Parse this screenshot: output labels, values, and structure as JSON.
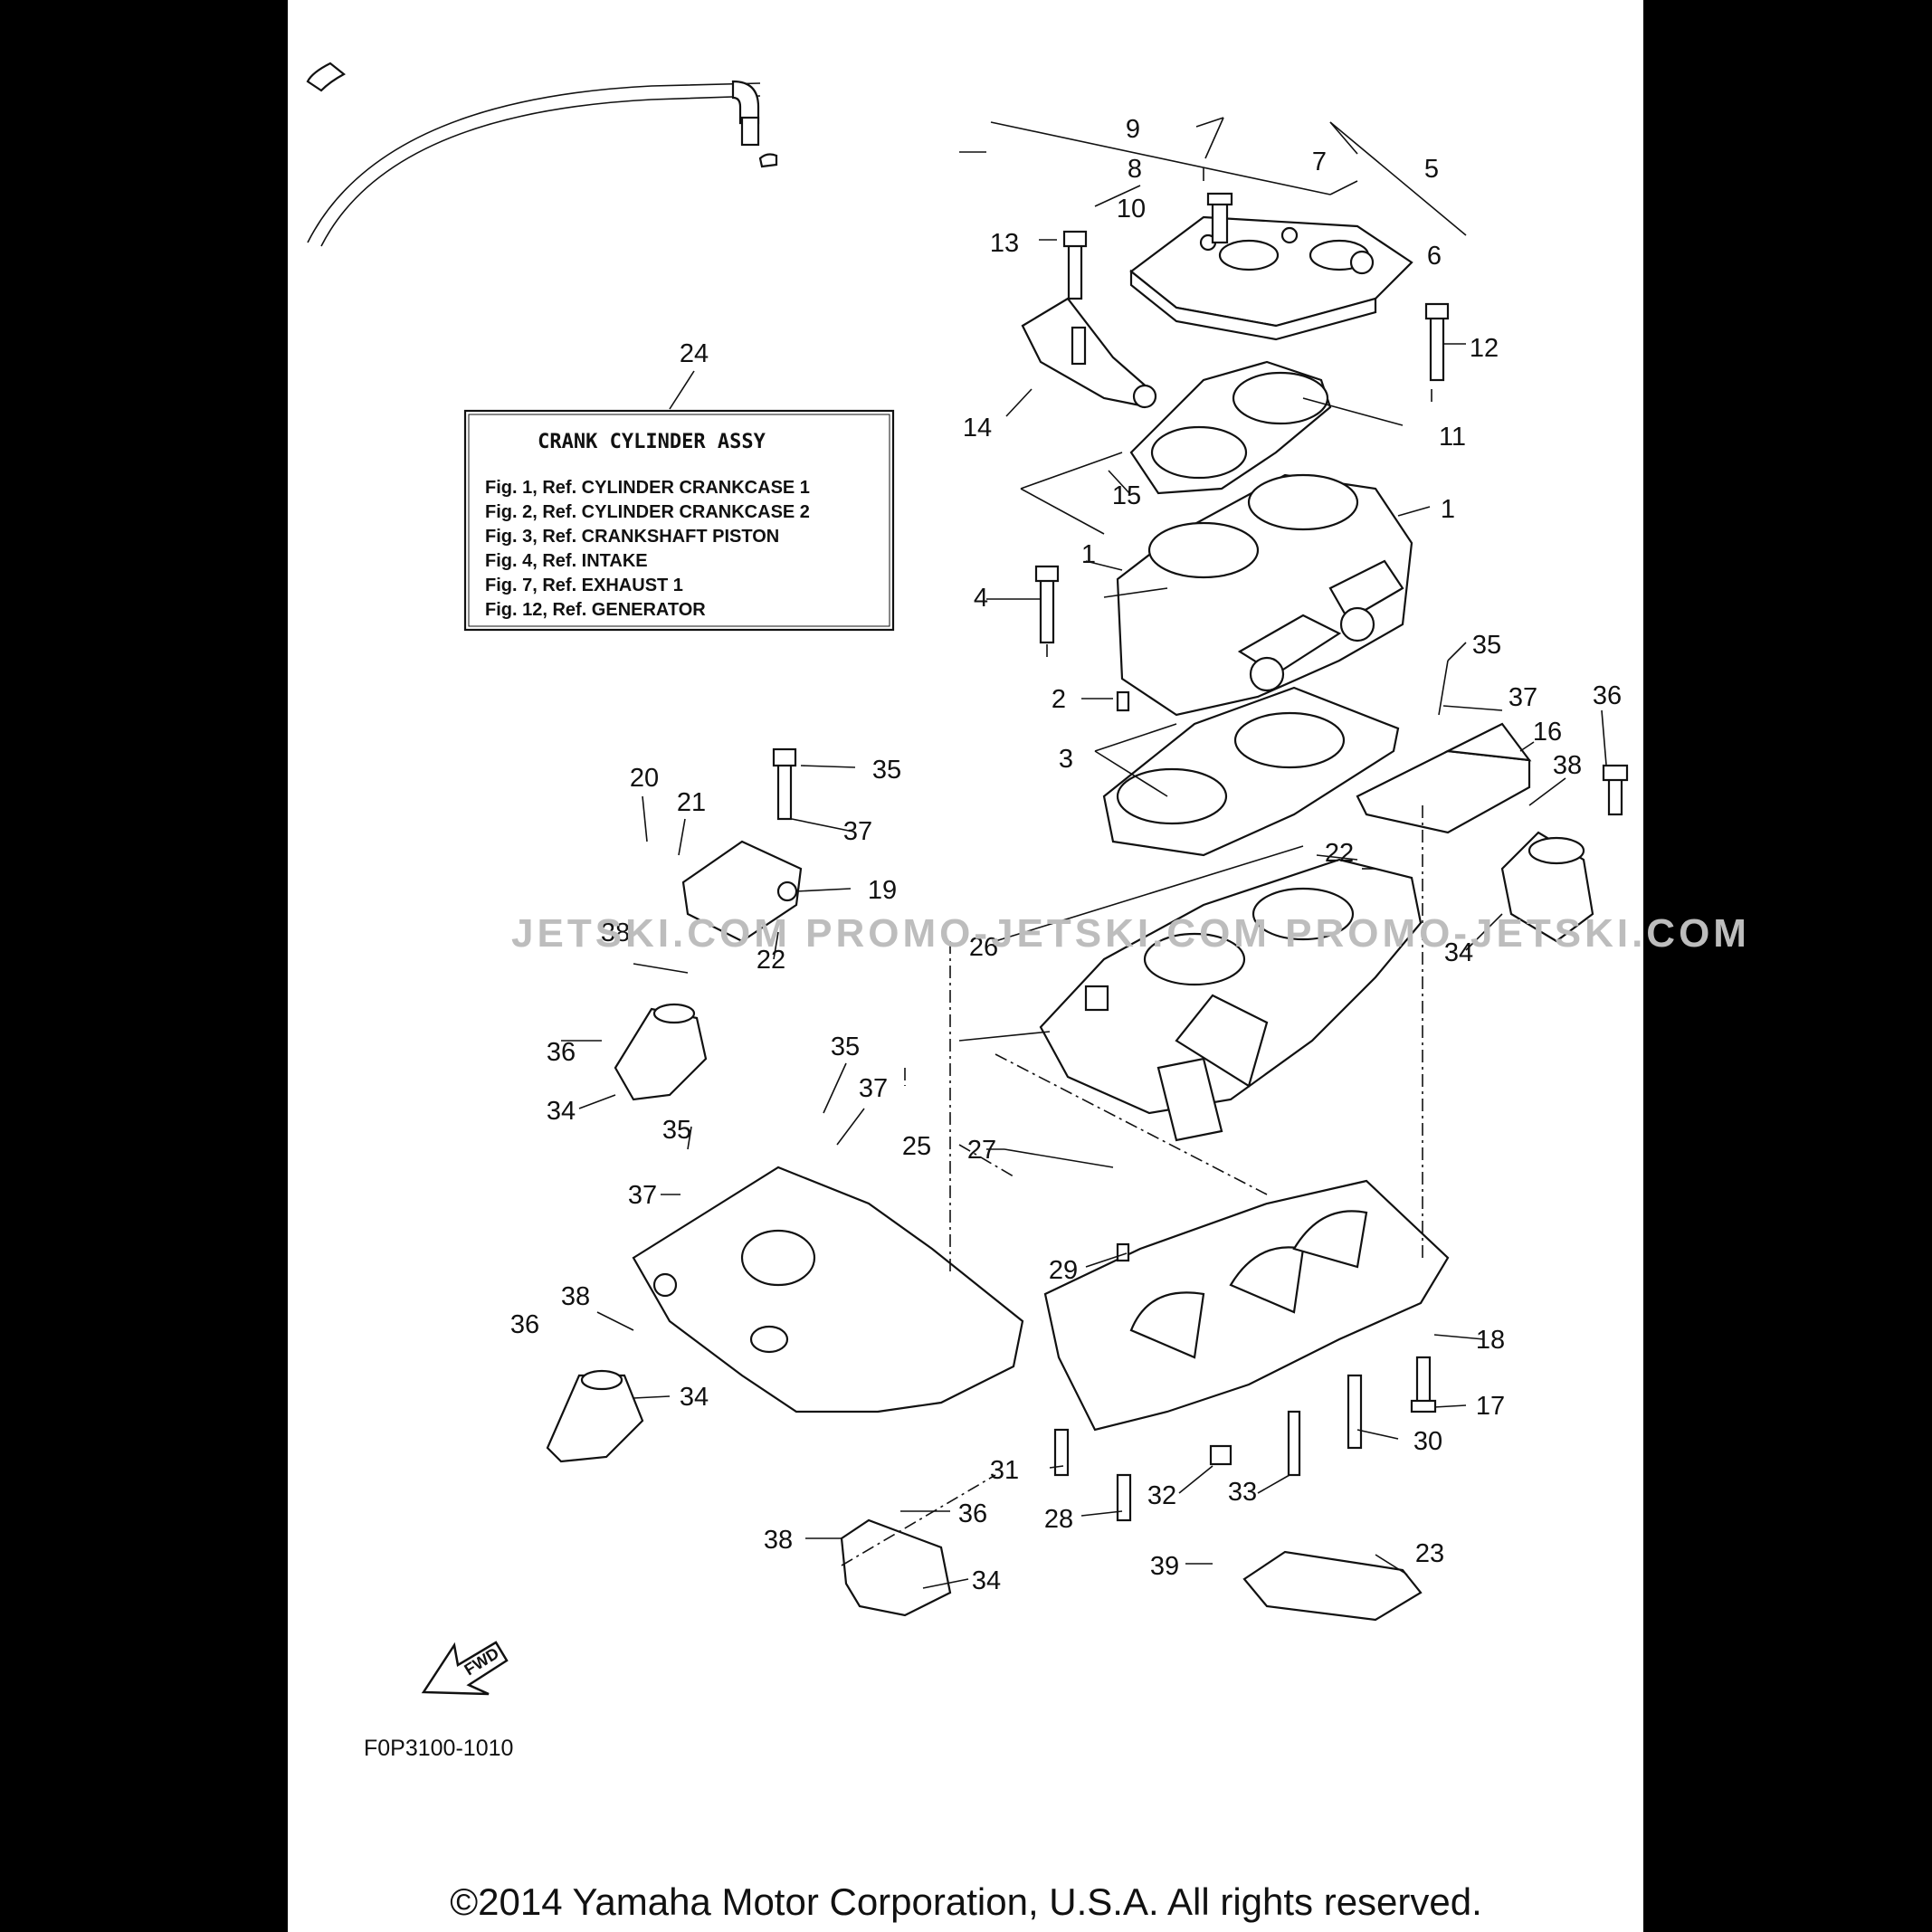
{
  "callout_box": {
    "ref_number": "24",
    "title": "CRANK CYLINDER ASSY",
    "lines": [
      "Fig. 1, Ref. CYLINDER CRANKCASE 1",
      "Fig. 2, Ref. CYLINDER CRANKCASE 2",
      "Fig. 3, Ref. CRANKSHAFT PISTON",
      "Fig. 4, Ref. INTAKE",
      "Fig. 7, Ref. EXHAUST 1",
      "Fig. 12, Ref.  GENERATOR"
    ]
  },
  "part_labels": {
    "p1a": "1",
    "p1b": "1",
    "p2": "2",
    "p3": "3",
    "p4": "4",
    "p5": "5",
    "p6": "6",
    "p7": "7",
    "p8": "8",
    "p9": "9",
    "p10": "10",
    "p11": "11",
    "p12": "12",
    "p13": "13",
    "p14": "14",
    "p15": "15",
    "p16": "16",
    "p17": "17",
    "p18": "18",
    "p19": "19",
    "p20": "20",
    "p21": "21",
    "p22a": "22",
    "p22b": "22",
    "p23": "23",
    "p25": "25",
    "p26": "26",
    "p27": "27",
    "p28": "28",
    "p29": "29",
    "p30": "30",
    "p31": "31",
    "p32": "32",
    "p33": "33",
    "p34a": "34",
    "p34b": "34",
    "p34c": "34",
    "p34d": "34",
    "p35a": "35",
    "p35b": "35",
    "p35c": "35",
    "p35d": "35",
    "p36a": "36",
    "p36b": "36",
    "p36c": "36",
    "p36d": "36",
    "p37a": "37",
    "p37b": "37",
    "p37c": "37",
    "p37d": "37",
    "p38a": "38",
    "p38b": "38",
    "p38c": "38",
    "p38d": "38",
    "p39": "39"
  },
  "fwd_arrow_label": "FWD",
  "figure_code": "F0P3100-1010",
  "watermark": "JETSKI.COM   PROMO-JETSKI.COM   PROMO-JETSKI.COM",
  "copyright": "©2014 Yamaha Motor Corporation, U.S.A. All rights reserved."
}
